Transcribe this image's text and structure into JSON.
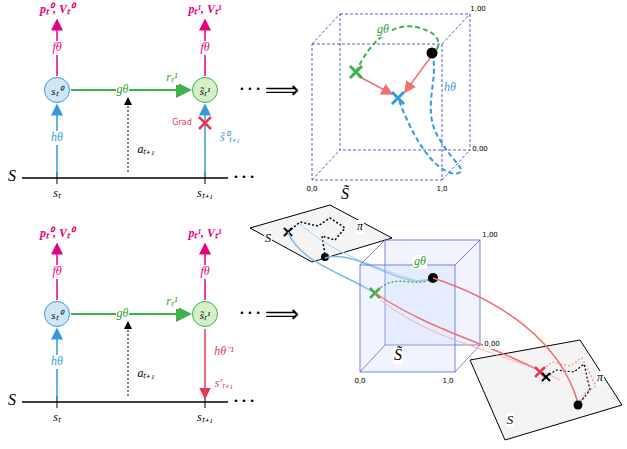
{
  "diagram": {
    "nodes": [
      {
        "text": [
          "sₜ⁰"
        ]
      },
      {
        "text": [
          "s̃ₜ¹"
        ]
      },
      {
        "text": [
          "sₜ⁰"
        ]
      },
      {
        "text": [
          "s̃ₜ¹"
        ]
      }
    ],
    "edges": [
      {
        "from": 0,
        "to": 1,
        "arrow": "to",
        "label": "gθ"
      },
      {
        "from": 2,
        "to": 3,
        "arrow": "to",
        "label": "gθ"
      }
    ],
    "labels": [
      "pₜ⁰, Vₜ⁰",
      "fθ",
      "pₜ¹, Vₜ¹",
      "fθ",
      "hθ",
      "rₜ¹",
      "aₜ₊₁",
      "Grad",
      "s̃⁰ₜ₊₁",
      "• • •",
      "S",
      "sₜ",
      "sₜ₊₁",
      "• • •",
      "⟹",
      "gθ",
      "hθ",
      "S̃",
      "1,00",
      "0,00",
      "0,0",
      "1,0",
      "pₜ⁰, Vₜ⁰",
      "fθ",
      "pₜ¹, Vₜ¹",
      "fθ",
      "hθ",
      "rₜ¹",
      "aₜ₊₁",
      "hθ⁻¹",
      "s′ₜ₊₁",
      "• • •",
      "S",
      "sₜ",
      "sₜ₊₁",
      "• • •",
      "⟹",
      "S",
      "π",
      "gθ",
      "S̃",
      "1,00",
      "0,00",
      "0,0",
      "1,0",
      "S",
      "π"
    ]
  }
}
